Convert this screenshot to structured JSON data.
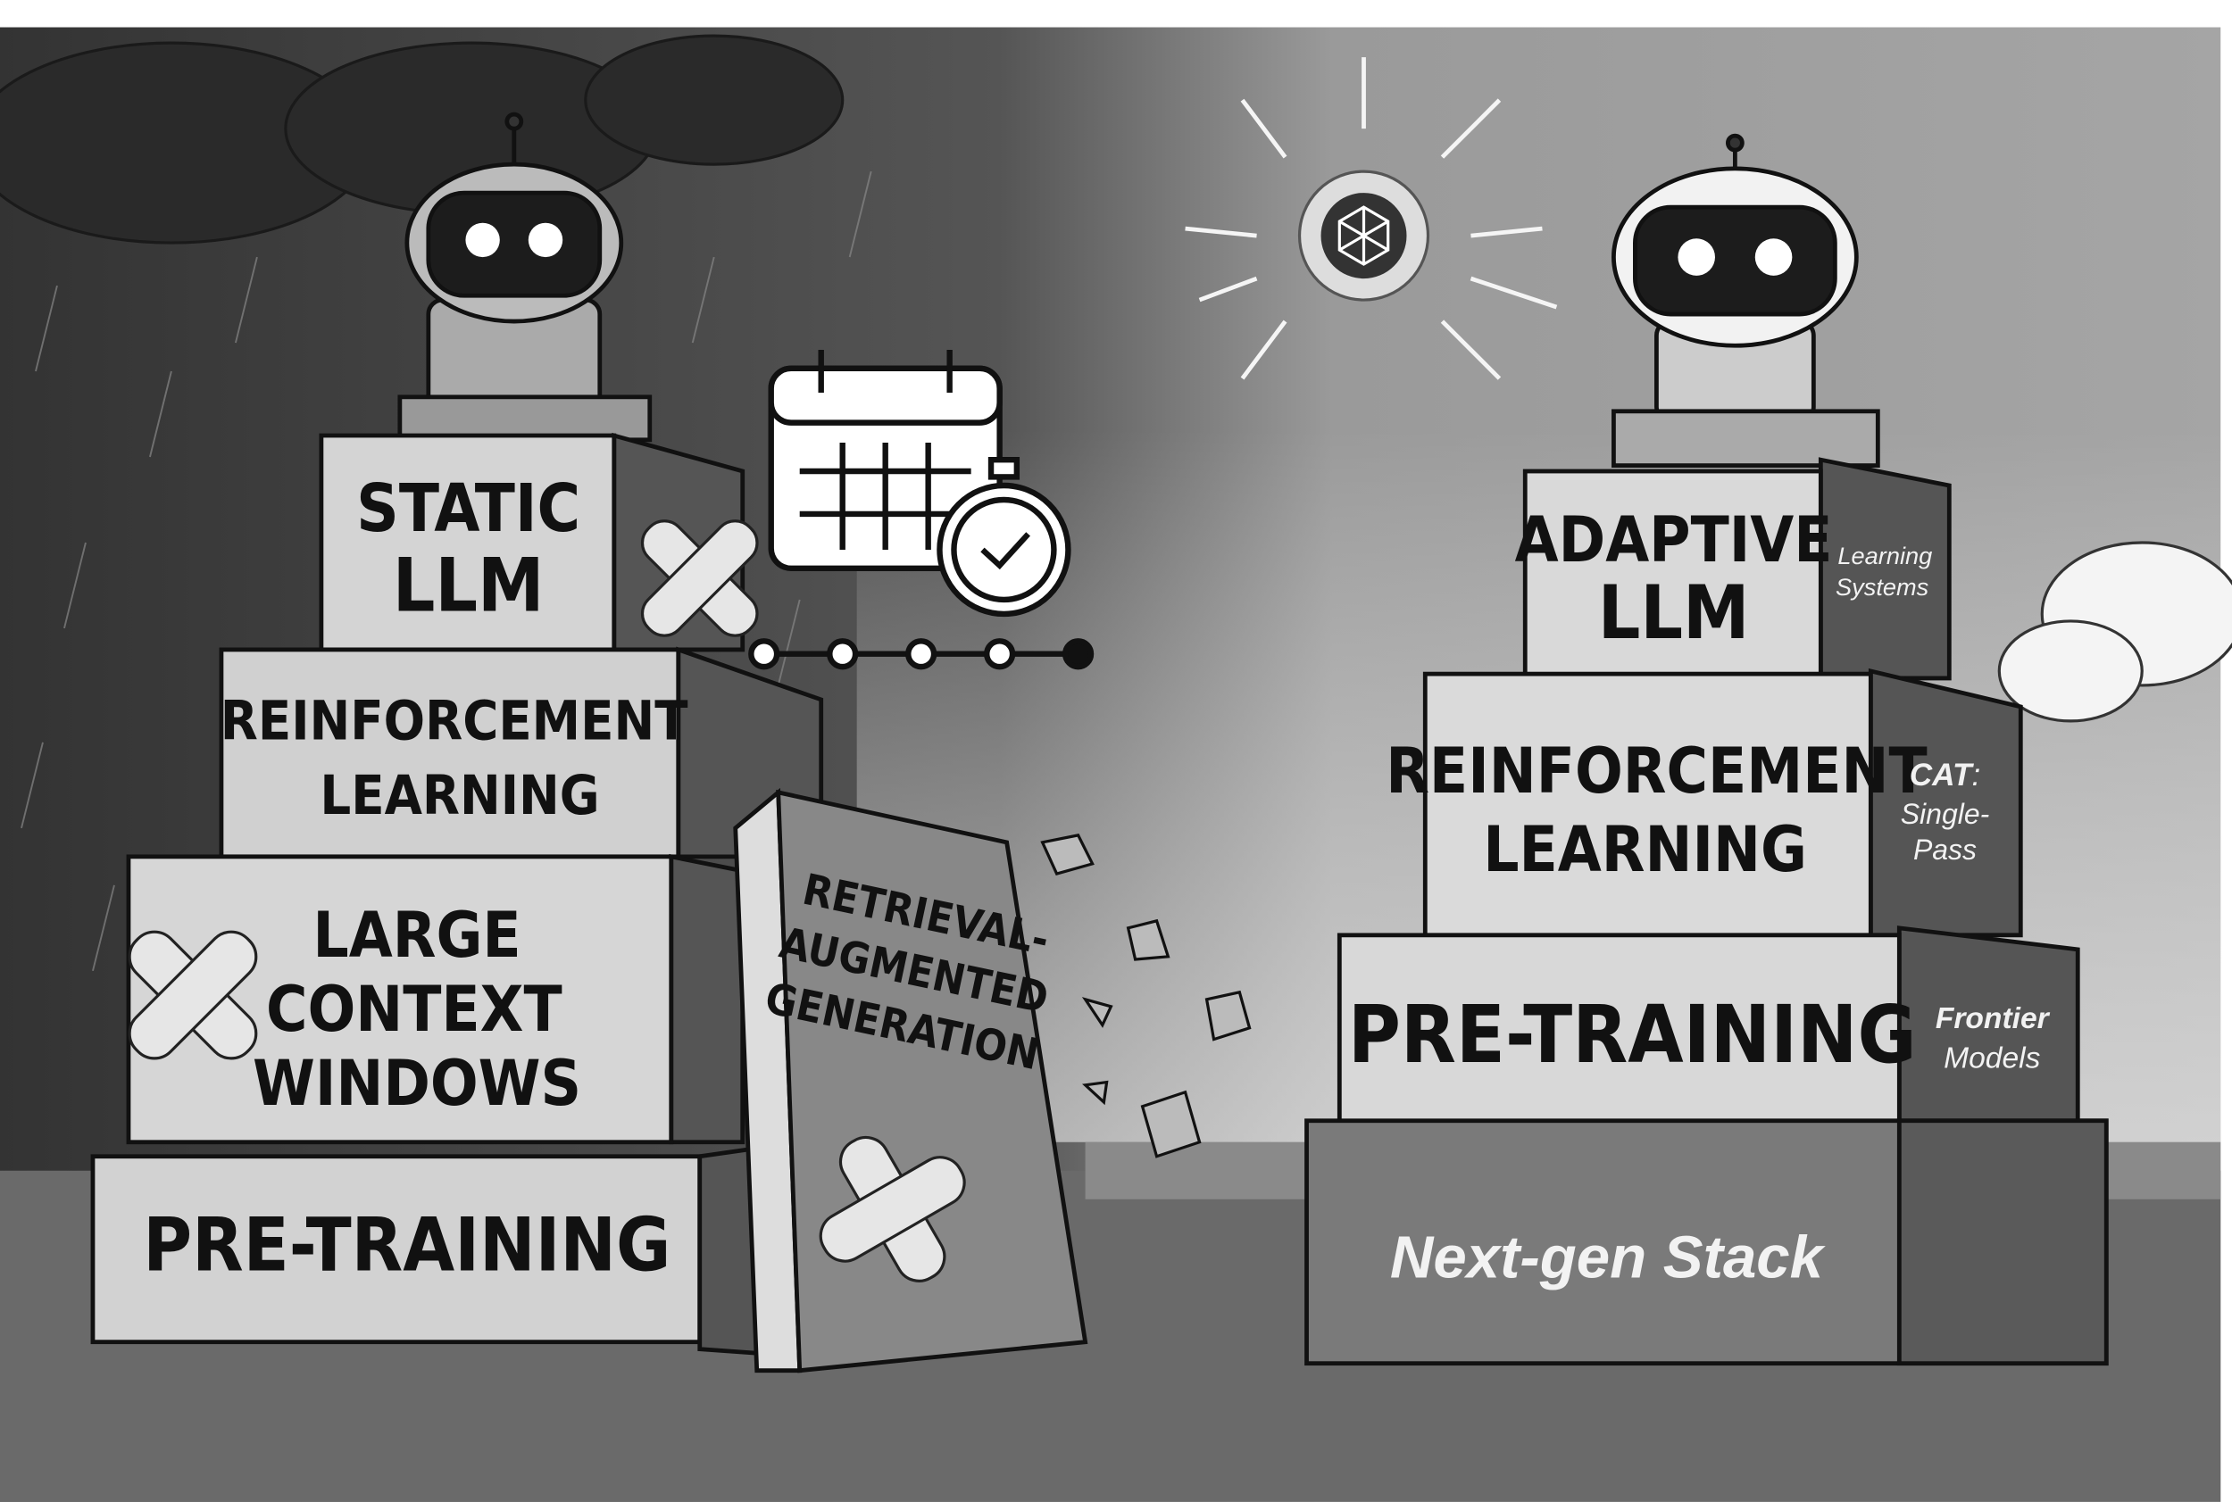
{
  "left_stack": {
    "top_block": [
      "STATIC",
      "LLM"
    ],
    "block_2": [
      "REINFORCEMENT",
      "LEARNING"
    ],
    "block_3": [
      "LARGE",
      "CONTEXT",
      "WINDOWS"
    ],
    "block_4": [
      "PRE-TRAINING"
    ],
    "leaning_slab": [
      "RETRIEVAL-",
      "AUGMENTED",
      "GENERATION"
    ]
  },
  "right_stack": {
    "top_block": [
      "ADAPTIVE",
      "LLM"
    ],
    "top_side": [
      "Learning",
      "Systems"
    ],
    "block_2": [
      "REINFORCEMENT",
      "LEARNING"
    ],
    "block_2_side": {
      "bold": "CAT",
      "colon": ":",
      "rest": [
        "Single-",
        "Pass"
      ]
    },
    "block_3": [
      "PRE-TRAINING"
    ],
    "block_3_side": [
      "Frontier",
      "Models"
    ],
    "base": "Next-gen Stack"
  },
  "icons": [
    "robot-icon",
    "calendar-icon",
    "stopwatch-icon",
    "timeline-icon",
    "sun-network-icon",
    "bandage-icon",
    "cloud-icon"
  ],
  "colors": {
    "sky_dark": "#3a3a3a",
    "sky_light": "#c8c8c8",
    "block_face": "#d9d9d9",
    "block_side": "#5a5a5a",
    "ground": "#6a6a6a"
  }
}
